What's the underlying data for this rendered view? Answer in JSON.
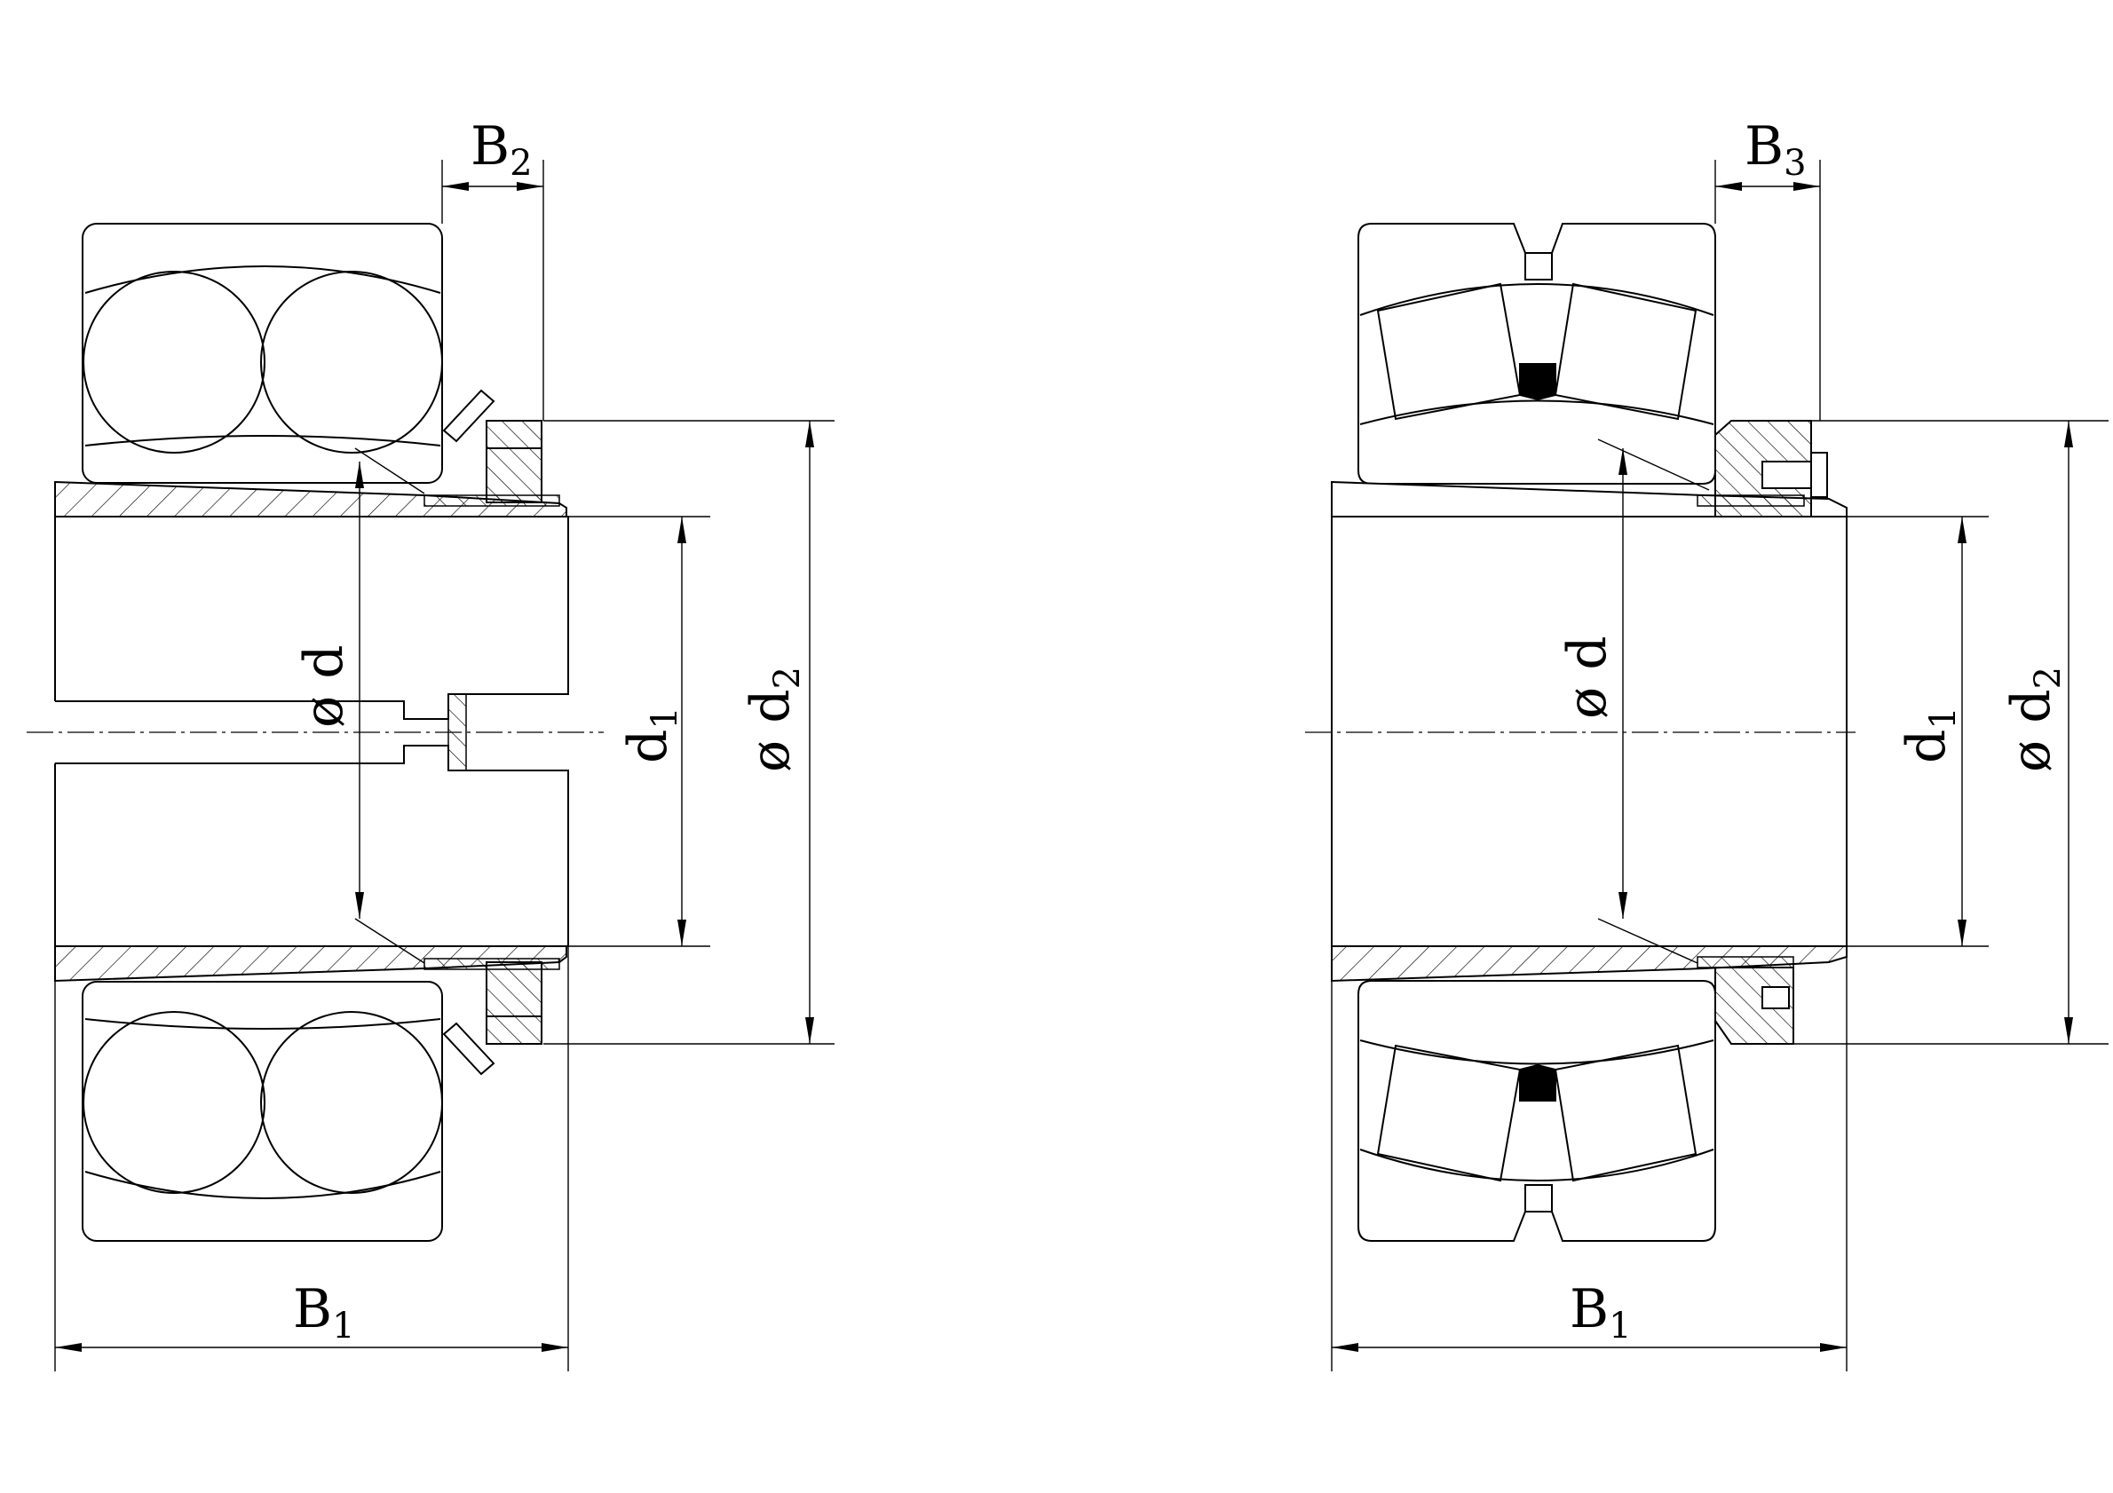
{
  "labels": {
    "left": {
      "b2": {
        "main": "B",
        "sub": "2"
      },
      "b1": {
        "main": "B",
        "sub": "1"
      },
      "d": {
        "main": "ø d"
      },
      "d1": {
        "main": "d",
        "sub": "1"
      },
      "d2": {
        "main": "ø d",
        "sub": "2"
      }
    },
    "right": {
      "b3": {
        "main": "B",
        "sub": "3"
      },
      "b1": {
        "main": "B",
        "sub": "1"
      },
      "d": {
        "main": "ø d"
      },
      "d1": {
        "main": "d",
        "sub": "1"
      },
      "d2": {
        "main": "ø d",
        "sub": "2"
      }
    }
  }
}
